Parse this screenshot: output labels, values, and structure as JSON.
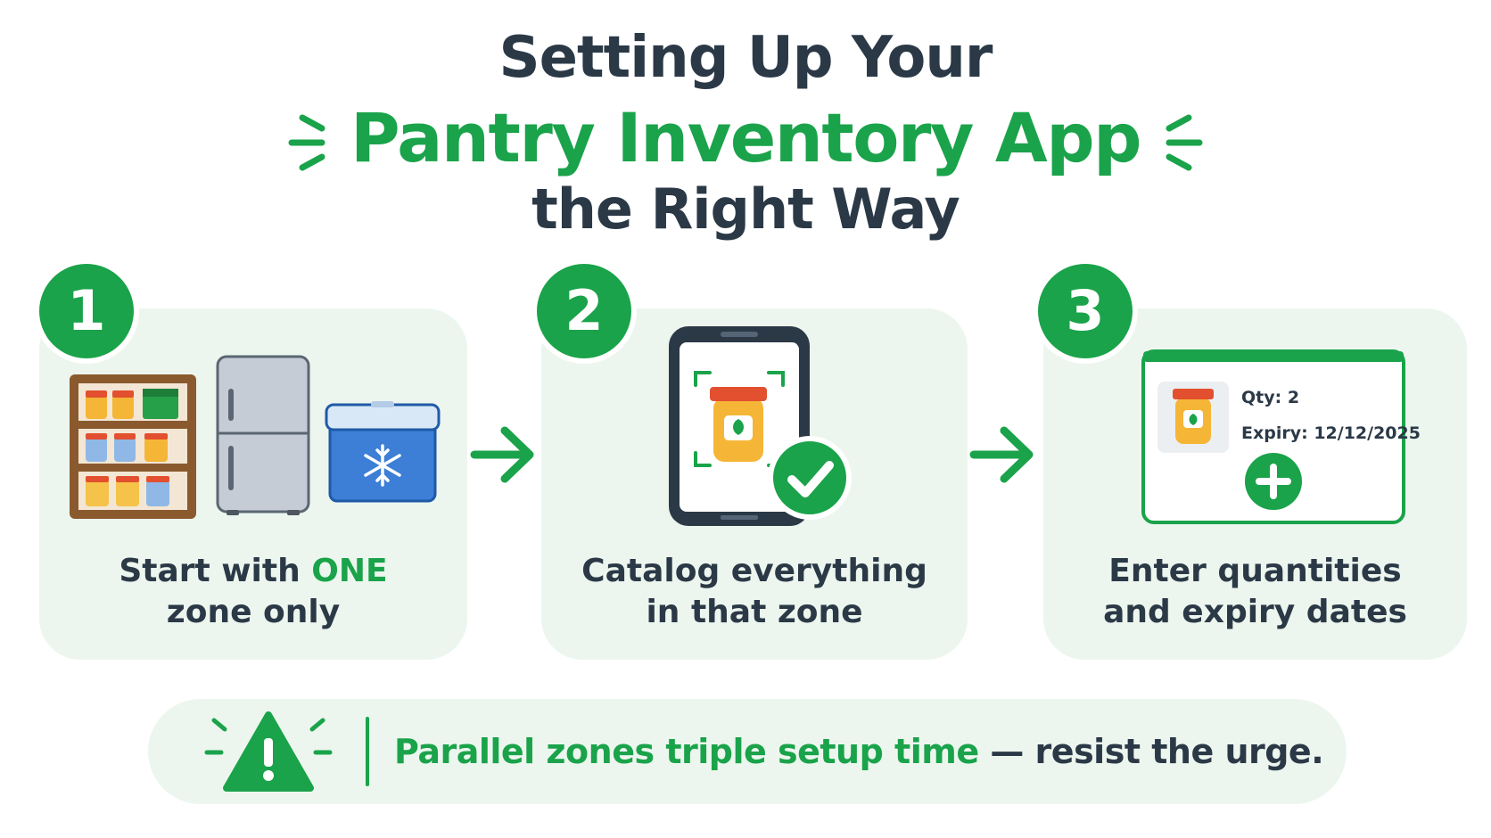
{
  "title": {
    "line1": "Setting Up Your",
    "line2": "Pantry Inventory App",
    "line3": "the Right Way"
  },
  "steps": [
    {
      "number": "1",
      "caption_pre": "Start with ",
      "caption_accent": "ONE",
      "caption_line2": "zone only"
    },
    {
      "number": "2",
      "caption_line1": "Catalog everything",
      "caption_line2": "in that zone"
    },
    {
      "number": "3",
      "caption_line1": "Enter quantities",
      "caption_line2": "and expiry dates"
    }
  ],
  "form": {
    "qty": "Qty: 2",
    "expiry": "Expiry: 12/12/2025"
  },
  "banner": {
    "highlight": "Parallel zones triple setup time",
    "rest": " — resist the urge."
  },
  "colors": {
    "accent": "#1aa34a",
    "text": "#2b3947",
    "card_bg": "#ecf6ee"
  },
  "icons": [
    "pantry-shelf-icon",
    "fridge-icon",
    "freezer-icon",
    "phone-scan-icon",
    "check-icon",
    "jar-icon",
    "plus-icon",
    "arrow-right-icon",
    "warning-icon"
  ]
}
